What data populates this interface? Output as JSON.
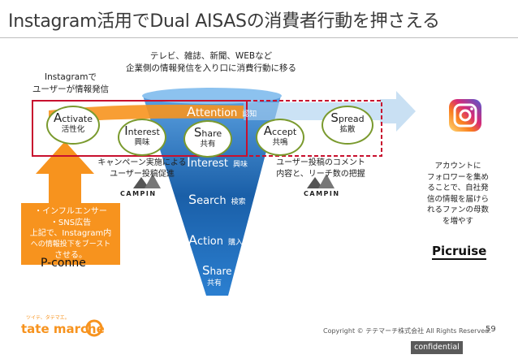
{
  "title": "Instagram活用でDual AISASの消費者行動を押さえる",
  "center_note": {
    "line1": "テレビ、雑誌、新聞、WEBなど",
    "line2": "企業側の情報発信を入り口に消費行動に移る"
  },
  "instagram_note": {
    "line1": "Instagramで",
    "line2": "ユーザーが情報発信"
  },
  "funnel": {
    "stages": [
      {
        "en_initial": "A",
        "en_rest": "ttention",
        "jp": "認知"
      },
      {
        "en_initial": "I",
        "en_rest": "nterest",
        "jp": "興味"
      },
      {
        "en_initial": "S",
        "en_rest": "earch",
        "jp": "検索"
      },
      {
        "en_initial": "A",
        "en_rest": "ction",
        "jp": "購入"
      },
      {
        "en_initial": "S",
        "en_rest": "hare",
        "jp": "共有"
      }
    ]
  },
  "bubbles": [
    {
      "en_initial": "A",
      "en_rest": "ctivate",
      "jp": "活性化"
    },
    {
      "en_initial": "I",
      "en_rest": "nterest",
      "jp": "興味"
    },
    {
      "en_initial": "S",
      "en_rest": "hare",
      "jp": "共有"
    },
    {
      "en_initial": "A",
      "en_rest": "ccept",
      "jp": "共鳴"
    },
    {
      "en_initial": "S",
      "en_rest": "pread",
      "jp": "拡散"
    }
  ],
  "campaign_note": {
    "line1": "キャンペーン実施による",
    "line2": "ユーザー投稿促進"
  },
  "comment_note": {
    "line1": "ユーザー投稿のコメント",
    "line2": "内容と、リーチ数の把握"
  },
  "account_note": {
    "lines": [
      "アカウントに",
      "フォロワーを集め",
      "ることで、自社発",
      "信の情報を届けら",
      "れるファンの母数",
      "を増やす"
    ]
  },
  "orange_box": {
    "lines": [
      "・インフルエンサー",
      "・SNS広告",
      "上記で、Instagram内",
      "への情報投下をブースト",
      "させる。"
    ]
  },
  "logos": {
    "campin": "CAMPIN",
    "pconne": "P-conne",
    "picruise": "Picruise",
    "tatemarche": "tate marche",
    "tatemarche_sub": "ツイテ、タテマエ。"
  },
  "footer": {
    "copyright": "Copyright © テテマーチ株式会社 All Rights Reserved.",
    "page": "59",
    "confidential": "confidential"
  },
  "colors": {
    "funnel": "#1a5fa8",
    "bubble_border": "#7a9a2e",
    "highlight_red": "#c8102e",
    "arrow_orange": "#f7931e",
    "instagram": "#d6249f"
  }
}
